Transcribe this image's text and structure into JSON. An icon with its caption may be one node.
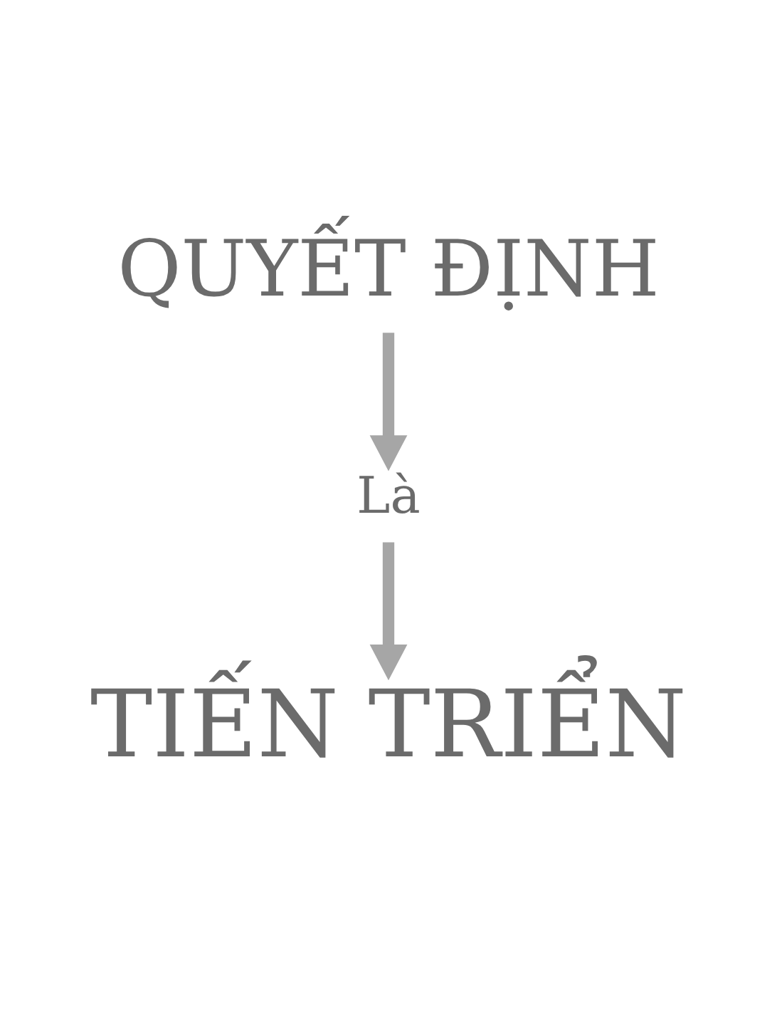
{
  "diagram": {
    "nodes": [
      {
        "text": [
          "QUYẾT ĐỊNH"
        ]
      },
      {
        "text": [
          "Là"
        ]
      },
      {
        "text": [
          "TIẾN TRIỂN"
        ]
      }
    ],
    "edges": [
      {
        "from": 0,
        "to": 1,
        "arrow": "to"
      },
      {
        "from": 1,
        "to": 2,
        "arrow": "to"
      }
    ]
  }
}
